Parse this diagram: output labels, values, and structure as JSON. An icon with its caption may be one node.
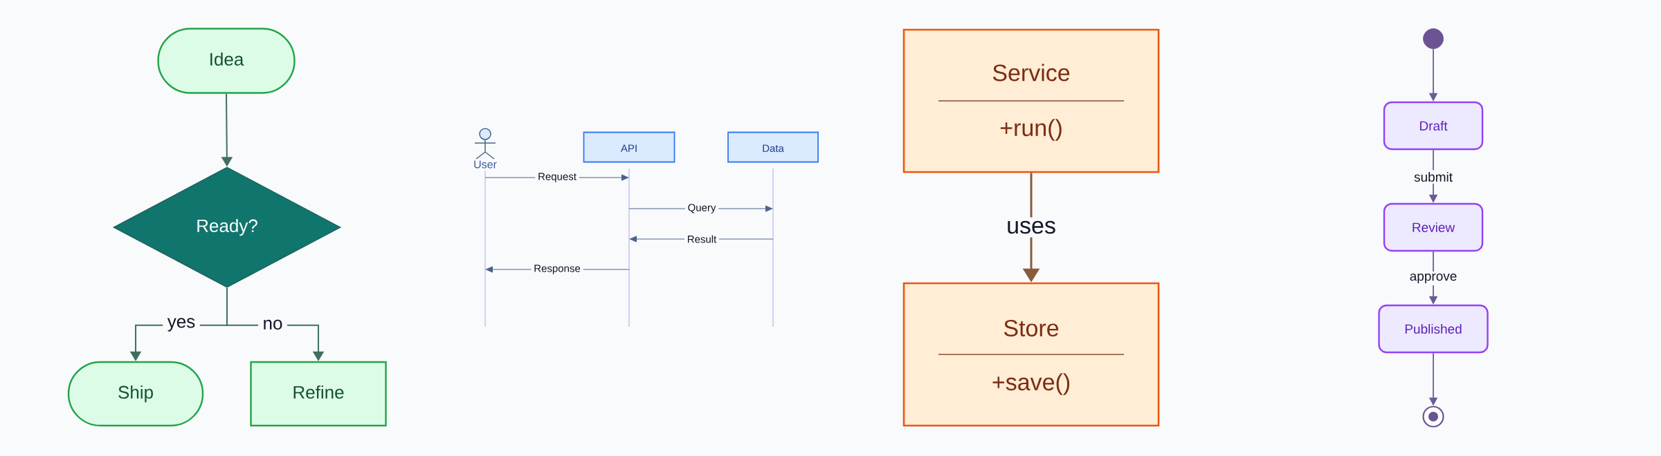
{
  "diagram": {
    "nodes": [
      {
        "text": [
          "Idea"
        ]
      },
      {
        "text": [
          "Ready?"
        ]
      },
      {
        "text": [
          "Ship"
        ]
      },
      {
        "text": [
          "Refine"
        ]
      },
      {
        "text": [
          "User"
        ]
      },
      {
        "text": [
          "API"
        ]
      },
      {
        "text": [
          "Data"
        ]
      },
      {
        "text": [
          "Service",
          "+run()"
        ]
      },
      {
        "text": [
          "Store",
          "+save()"
        ]
      },
      {
        "text": [],
        "shape": "circle"
      },
      {
        "text": [
          "Draft"
        ]
      },
      {
        "text": [
          "Review"
        ]
      },
      {
        "text": [
          "Published"
        ]
      },
      {
        "text": [],
        "shape": "bullseye"
      }
    ],
    "edges": [
      {
        "from": 0,
        "to": 1,
        "arrow": "to",
        "color": "#3f6f60"
      },
      {
        "from": 1,
        "to": 2,
        "arrow": "to",
        "label": "yes",
        "color": "#3f6f60"
      },
      {
        "from": 1,
        "to": 3,
        "arrow": "to",
        "label": "no",
        "color": "#3f6f60"
      },
      {
        "from": 4,
        "to": 5,
        "arrow": "to",
        "label": "Request",
        "color": "#4a6389"
      },
      {
        "from": 5,
        "to": 6,
        "arrow": "to",
        "label": "Query",
        "color": "#4a6389"
      },
      {
        "from": 6,
        "to": 5,
        "arrow": "to",
        "label": "Result",
        "color": "#4a6389"
      },
      {
        "from": 5,
        "to": 4,
        "arrow": "to",
        "label": "Response",
        "color": "#4a6389"
      },
      {
        "from": 7,
        "to": 8,
        "arrow": "to",
        "label": "uses",
        "color": "#8b5a3c"
      },
      {
        "from": 9,
        "to": 10,
        "arrow": "to",
        "color": "#6b5b95"
      },
      {
        "from": 10,
        "to": 11,
        "arrow": "to",
        "label": "submit",
        "color": "#6b5b95"
      },
      {
        "from": 11,
        "to": 12,
        "arrow": "to",
        "label": "approve",
        "color": "#6b5b95"
      },
      {
        "from": 12,
        "to": 13,
        "arrow": "to",
        "color": "#6b5b95"
      }
    ]
  }
}
